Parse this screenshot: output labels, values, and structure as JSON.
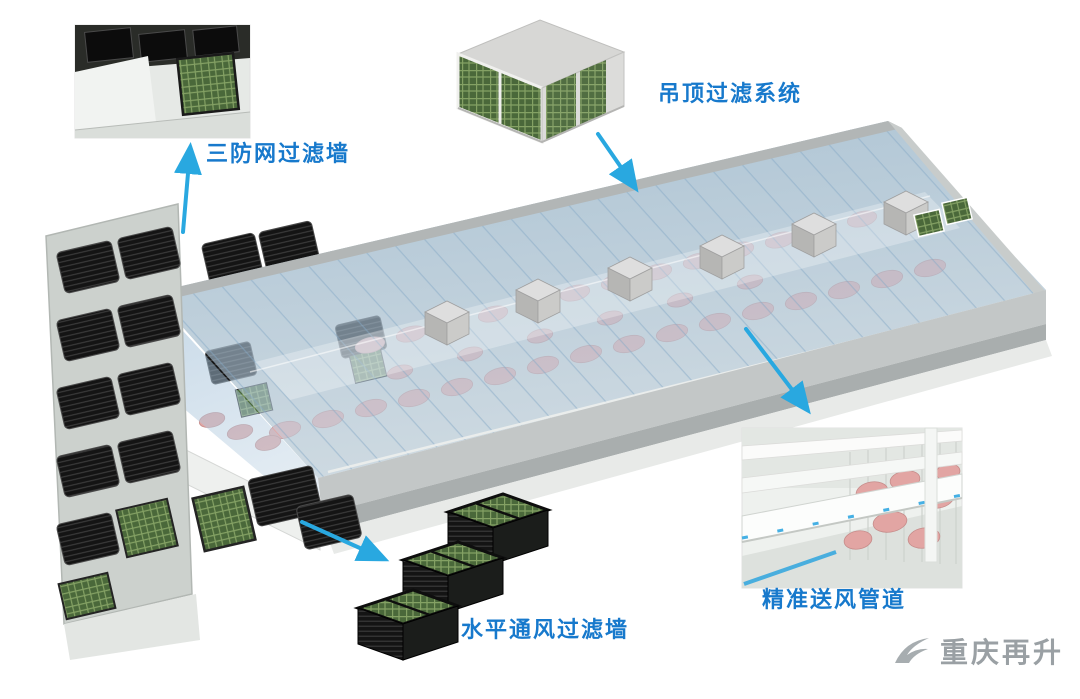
{
  "page": {
    "background": "#ffffff"
  },
  "annotations": {
    "three_proof_filter_wall": {
      "label": "三防网过滤墙"
    },
    "ceiling_filter_system": {
      "label": "吊顶过滤系统"
    },
    "horizontal_vent_filter_wall": {
      "label": "水平通风过滤墙"
    },
    "precise_air_duct": {
      "label": "精准送风管道"
    }
  },
  "watermark": {
    "brand": "重庆再升"
  },
  "colors": {
    "label_blue": "#1779cc",
    "arrow_blue": "#29a8e0",
    "roof_glass_blue": "#9fc0d8",
    "filter_green": "#4a683a",
    "pig_pink": "#e2a5a3",
    "structure_gray": "#c3c7c7",
    "fan_black": "#161616",
    "watermark_gray": "#9aa0a4"
  }
}
